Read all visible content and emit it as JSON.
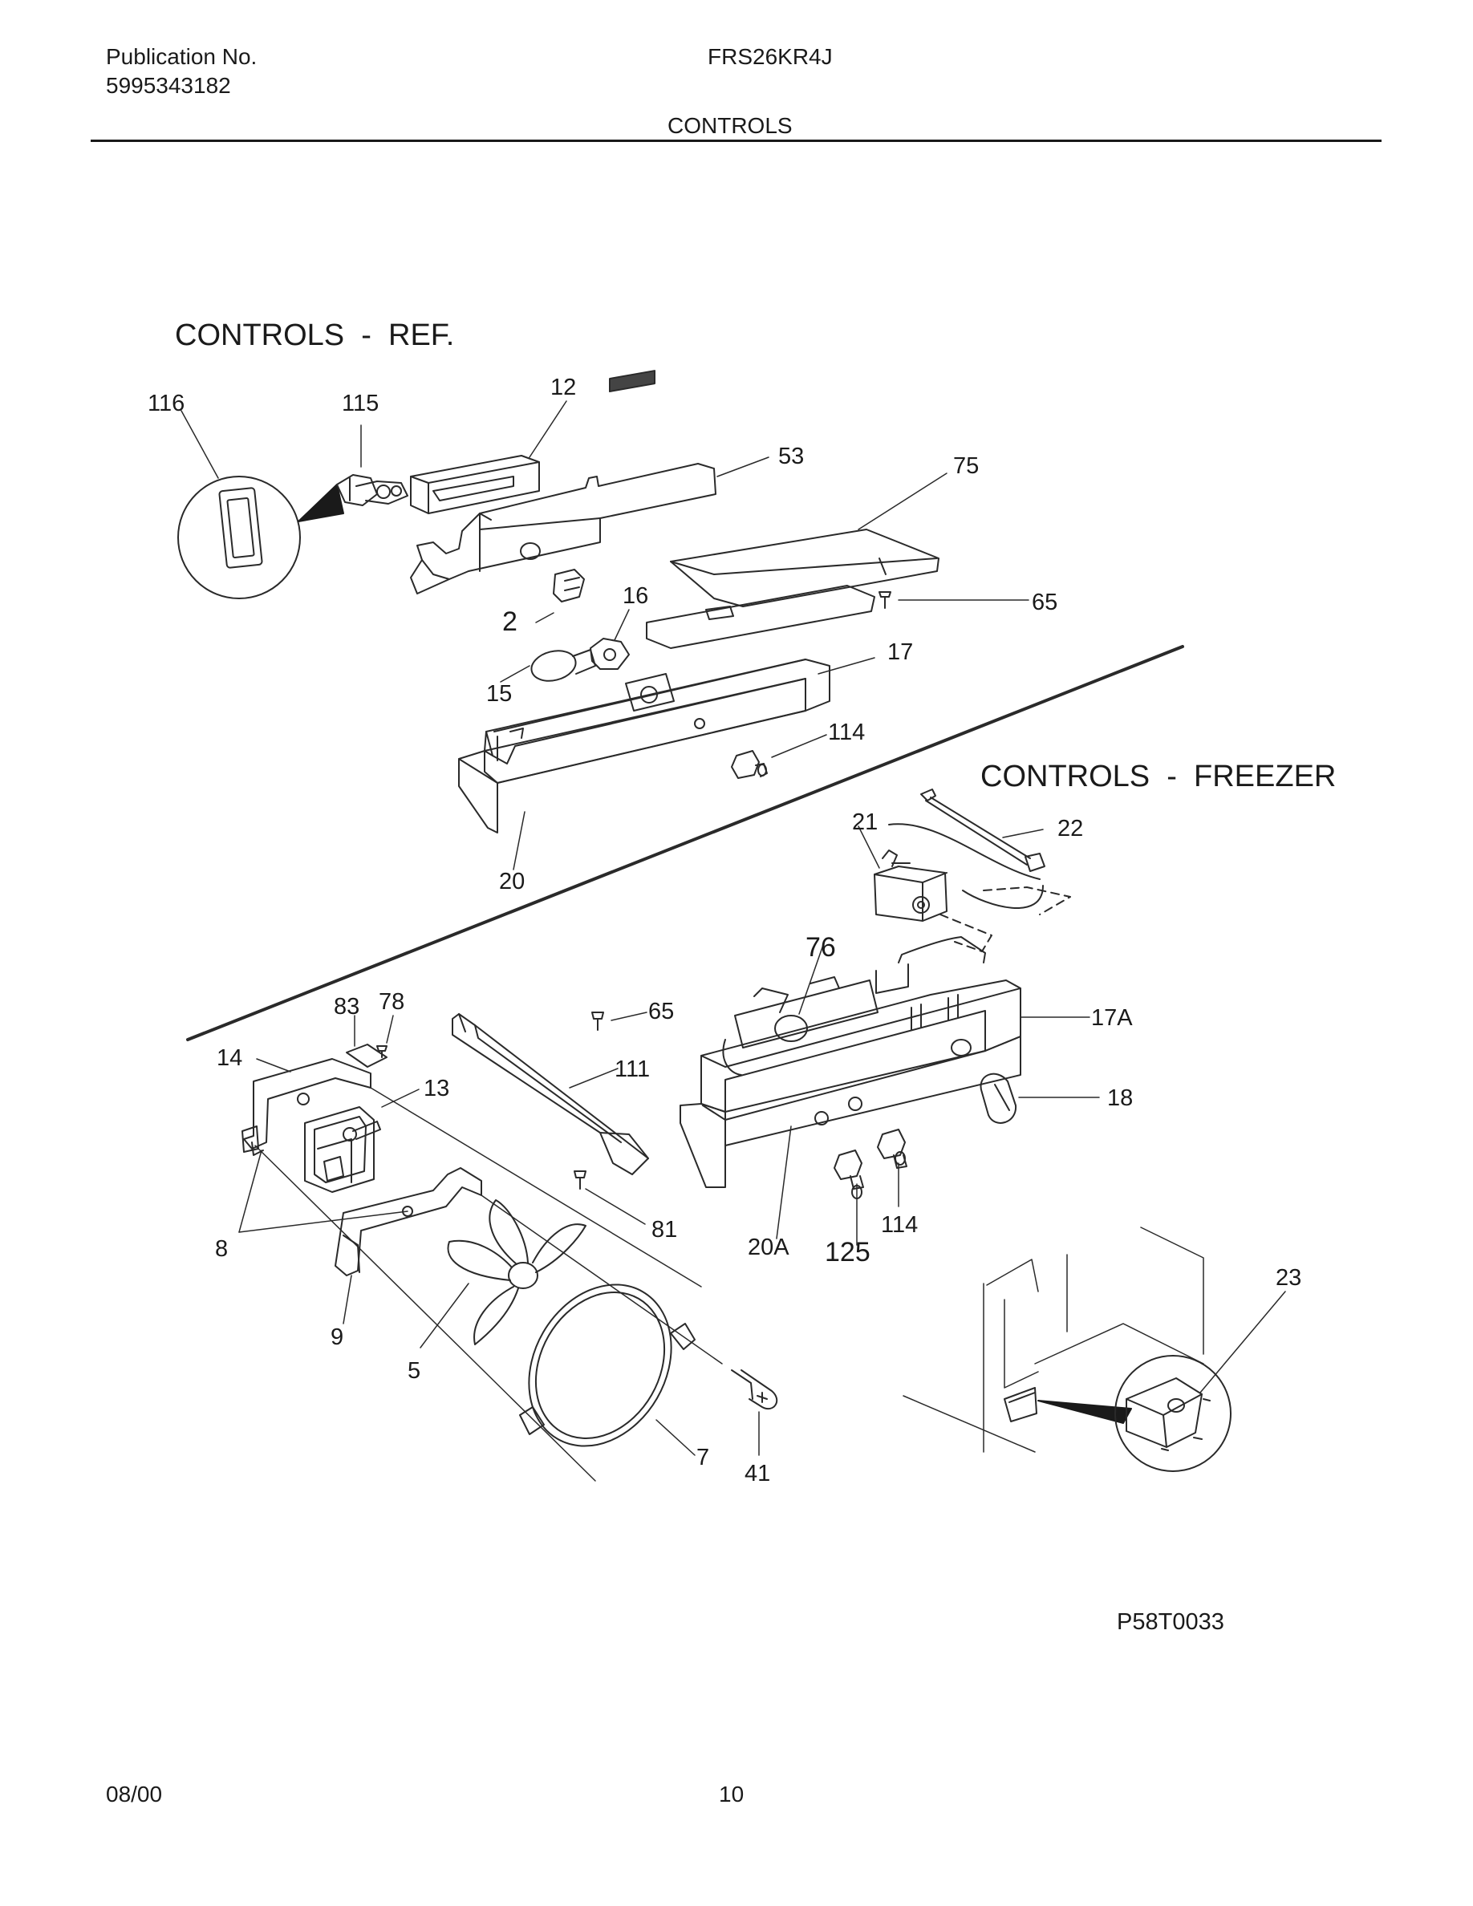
{
  "header": {
    "publication_label": "Publication No.",
    "publication_number": "5995343182",
    "model": "FRS26KR4J",
    "section": "CONTROLS"
  },
  "diagram": {
    "ref_title": "CONTROLS  -  REF.",
    "freezer_title": "CONTROLS  -  FREEZER",
    "callouts": {
      "c116": "116",
      "c115": "115",
      "c12": "12",
      "c53": "53",
      "c75": "75",
      "c65a": "65",
      "c16": "16",
      "c2": "2",
      "c15": "15",
      "c17": "17",
      "c114a": "114",
      "c20": "20",
      "c21": "21",
      "c22": "22",
      "c76": "76",
      "c83": "83",
      "c78": "78",
      "c65b": "65",
      "c17A": "17A",
      "c14": "14",
      "c13": "13",
      "c111": "111",
      "c18": "18",
      "c8": "8",
      "c81": "81",
      "c20A": "20A",
      "c114b": "114",
      "c125": "125",
      "c23": "23",
      "c9": "9",
      "c5": "5",
      "c7": "7",
      "c41": "41"
    },
    "drawing_code": "P58T0033"
  },
  "footer": {
    "date": "08/00",
    "page": "10"
  }
}
